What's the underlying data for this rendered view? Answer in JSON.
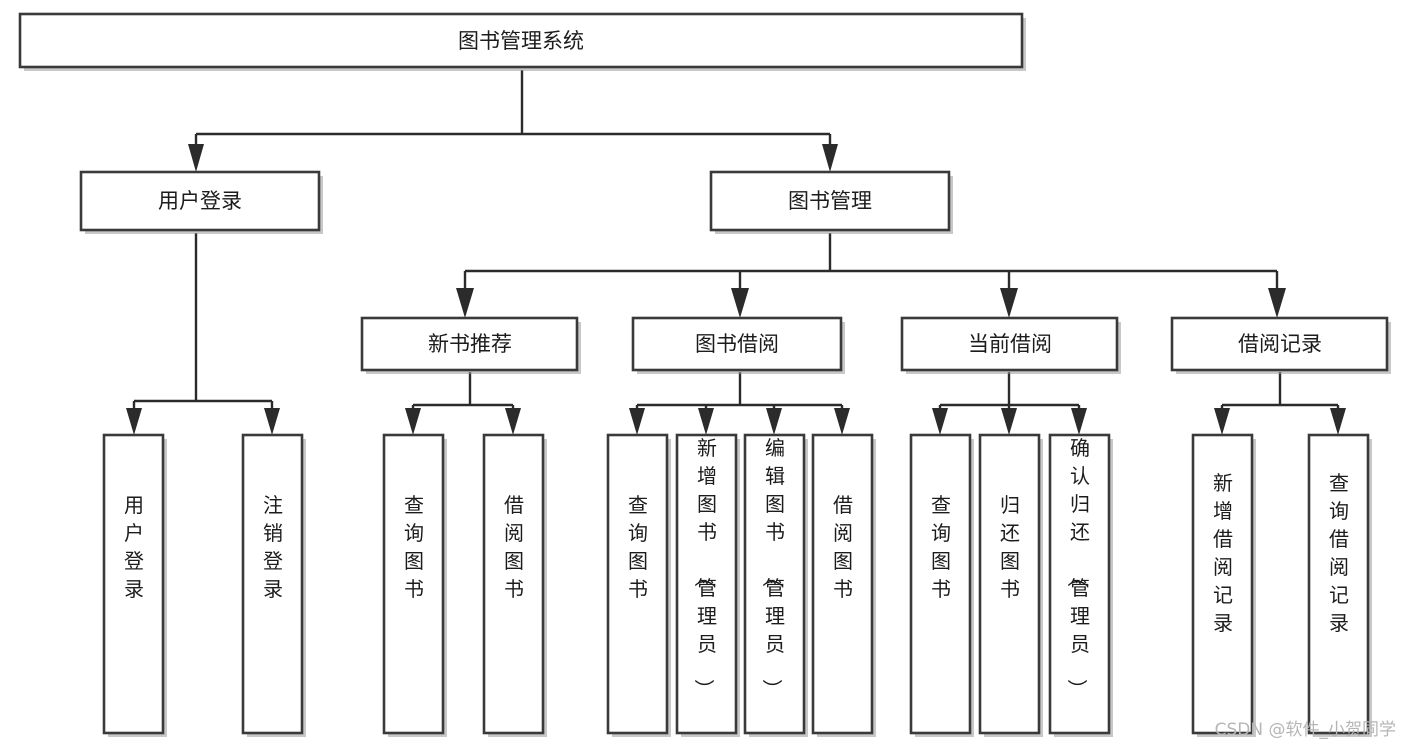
{
  "diagram": {
    "title_node": {
      "id": "root",
      "label": "图书管理系统",
      "orientation": "horizontal"
    },
    "level2": [
      {
        "id": "user-login",
        "label": "用户登录",
        "orientation": "horizontal"
      },
      {
        "id": "book-manage",
        "label": "图书管理",
        "orientation": "horizontal"
      }
    ],
    "level3": [
      {
        "id": "new-book-rec",
        "label": "新书推荐",
        "orientation": "horizontal",
        "parent": "book-manage"
      },
      {
        "id": "book-borrow",
        "label": "图书借阅",
        "orientation": "horizontal",
        "parent": "book-manage"
      },
      {
        "id": "current-borrow",
        "label": "当前借阅",
        "orientation": "horizontal",
        "parent": "book-manage"
      },
      {
        "id": "borrow-record",
        "label": "借阅记录",
        "orientation": "horizontal",
        "parent": "book-manage"
      }
    ],
    "leaves": [
      {
        "id": "leaf-user-login",
        "label": "用户登录",
        "orientation": "vertical",
        "parent": "user-login"
      },
      {
        "id": "leaf-user-logout",
        "label": "注销登录",
        "orientation": "vertical",
        "parent": "user-login"
      },
      {
        "id": "leaf-query-book-1",
        "label": "查询图书",
        "orientation": "vertical",
        "parent": "new-book-rec"
      },
      {
        "id": "leaf-borrow-book-1",
        "label": "借阅图书",
        "orientation": "vertical",
        "parent": "new-book-rec"
      },
      {
        "id": "leaf-query-book-2",
        "label": "查询图书",
        "orientation": "vertical",
        "parent": "book-borrow"
      },
      {
        "id": "leaf-add-book",
        "label": "新增图书（管理员）",
        "orientation": "vertical",
        "parent": "book-borrow"
      },
      {
        "id": "leaf-edit-book",
        "label": "编辑图书（管理员）",
        "orientation": "vertical",
        "parent": "book-borrow"
      },
      {
        "id": "leaf-borrow-book-2",
        "label": "借阅图书",
        "orientation": "vertical",
        "parent": "book-borrow"
      },
      {
        "id": "leaf-query-book-3",
        "label": "查询图书",
        "orientation": "vertical",
        "parent": "current-borrow"
      },
      {
        "id": "leaf-return-book",
        "label": "归还图书",
        "orientation": "vertical",
        "parent": "current-borrow"
      },
      {
        "id": "leaf-confirm-return",
        "label": "确认归还（管理员）",
        "orientation": "vertical",
        "parent": "current-borrow"
      },
      {
        "id": "leaf-add-record",
        "label": "新增借阅记录",
        "orientation": "vertical",
        "parent": "borrow-record"
      },
      {
        "id": "leaf-query-record",
        "label": "查询借阅记录",
        "orientation": "vertical",
        "parent": "borrow-record"
      }
    ],
    "watermark": "CSDN @软件_小贺同学",
    "colors": {
      "background": "#ffffff",
      "box_fill": "#ffffff",
      "box_stroke": "#3a3a3a",
      "line": "#2b2b2b",
      "text": "#1c1c1c",
      "watermark": "#b6b6b6"
    }
  }
}
